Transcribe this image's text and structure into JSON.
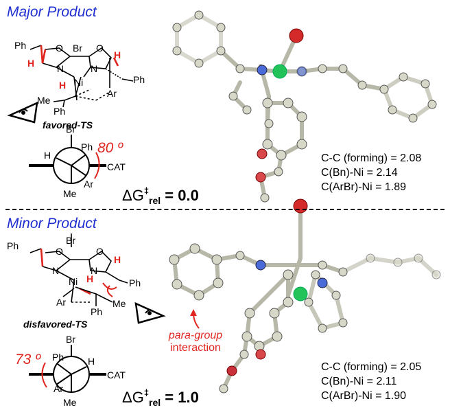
{
  "major": {
    "title": "Major Product",
    "ts_label": "favored-TS",
    "angle": "80 º",
    "dg_prefix": "ΔG",
    "dg_sup": "‡",
    "dg_sub": "rel",
    "dg_value": "= 0.0",
    "distances": [
      "C-C (forming) = 2.08",
      "C(Bn)-Ni = 2.14",
      "C(ArBr)-Ni = 1.89"
    ],
    "atoms": {
      "ph1": "Ph",
      "o1": "O",
      "br": "Br",
      "o2": "O",
      "n1": "N",
      "n2": "N",
      "h1": "H",
      "h2": "H",
      "h3": "H",
      "ni": "Ni",
      "ph2": "Ph",
      "me": "Me",
      "ar": "Ar",
      "ph3": "Ph"
    },
    "newman": {
      "top": "Br",
      "left": "H",
      "upper_right": "Ph",
      "right": "CAT",
      "lower_right": "Ar",
      "bottom": "Me"
    }
  },
  "minor": {
    "title": "Minor Product",
    "ts_label": "disfavored-TS",
    "angle": "73 º",
    "dg_prefix": "ΔG",
    "dg_sup": "‡",
    "dg_sub": "rel",
    "dg_value": "= 1.0",
    "distances": [
      "C-C (forming) = 2.05",
      "C(Bn)-Ni = 2.11",
      "C(ArBr)-Ni = 1.90"
    ],
    "annotation": [
      "para-group",
      "interaction"
    ],
    "atoms": {
      "ph1": "Ph",
      "o1": "O",
      "br": "Br",
      "o2": "O",
      "n1": "N",
      "n2": "N",
      "h1": "H",
      "h2": "H",
      "ni": "Ni",
      "ph2": "Ph",
      "ar": "Ar",
      "ph3": "Ph",
      "me": "Me"
    },
    "newman": {
      "top": "Br",
      "upper_left": "Ph",
      "upper_right": "H",
      "lower_left": "Ar",
      "right": "CAT",
      "bottom": "Me"
    }
  }
}
